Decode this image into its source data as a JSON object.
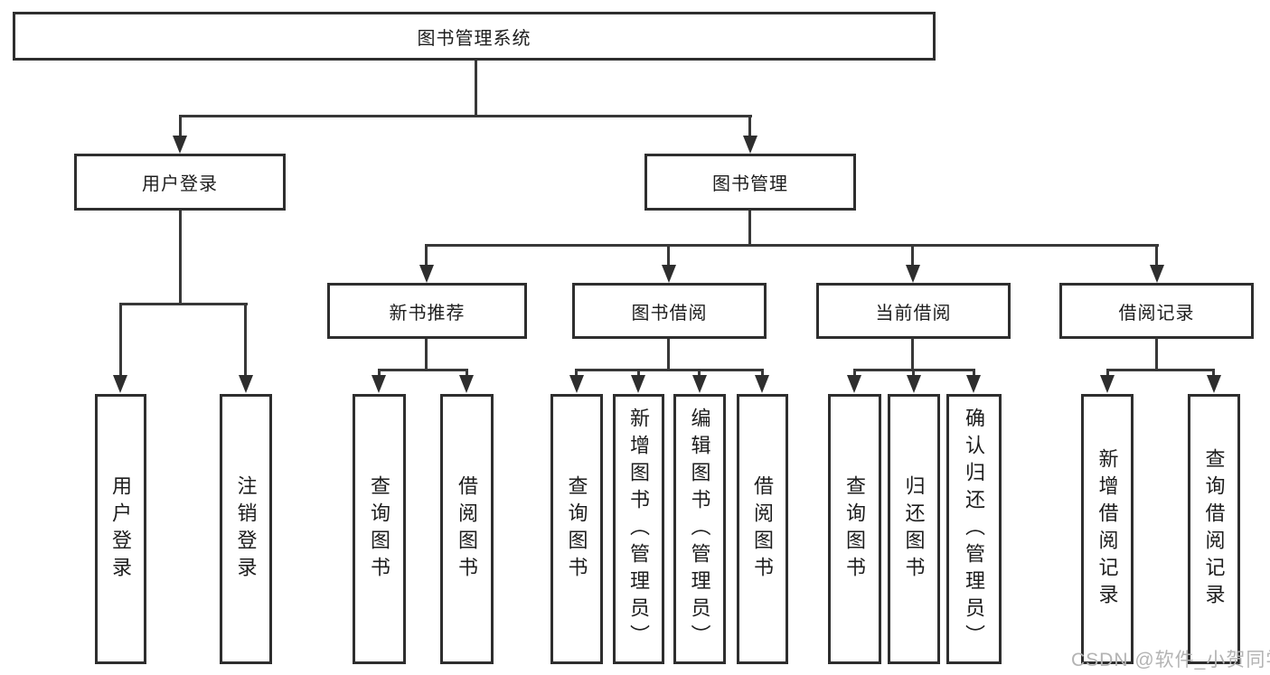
{
  "diagram": {
    "title_node": {
      "label": "图书管理系统"
    },
    "level2": [
      {
        "id": "user-login",
        "label": "用户登录"
      },
      {
        "id": "book-management",
        "label": "图书管理"
      }
    ],
    "level3": [
      {
        "id": "new-book-recommend",
        "label": "新书推荐"
      },
      {
        "id": "book-borrowing",
        "label": "图书借阅"
      },
      {
        "id": "current-borrowing",
        "label": "当前借阅"
      },
      {
        "id": "borrowing-records",
        "label": "借阅记录"
      }
    ],
    "leaves": [
      {
        "id": "user-login-leaf",
        "label": "用户登录"
      },
      {
        "id": "logout-leaf",
        "label": "注销登录"
      },
      {
        "id": "query-books-1",
        "label": "查询图书"
      },
      {
        "id": "borrow-books-1",
        "label": "借阅图书"
      },
      {
        "id": "query-books-2",
        "label": "查询图书"
      },
      {
        "id": "add-books-admin",
        "label": "新增图书（管理员）"
      },
      {
        "id": "edit-books-admin",
        "label": "编辑图书（管理员）"
      },
      {
        "id": "borrow-books-2",
        "label": "借阅图书"
      },
      {
        "id": "query-books-3",
        "label": "查询图书"
      },
      {
        "id": "return-books",
        "label": "归还图书"
      },
      {
        "id": "confirm-return-admin",
        "label": "确认归还（管理员）"
      },
      {
        "id": "add-borrow-record",
        "label": "新增借阅记录"
      },
      {
        "id": "query-borrow-record",
        "label": "查询借阅记录"
      }
    ],
    "watermark": "CSDN @软件_小贺同学",
    "colors": {
      "line": "#383838",
      "border": "#2e2e2e",
      "text": "#1d1d1d",
      "background": "#ffffff",
      "watermark": "#b3b3b3"
    }
  }
}
